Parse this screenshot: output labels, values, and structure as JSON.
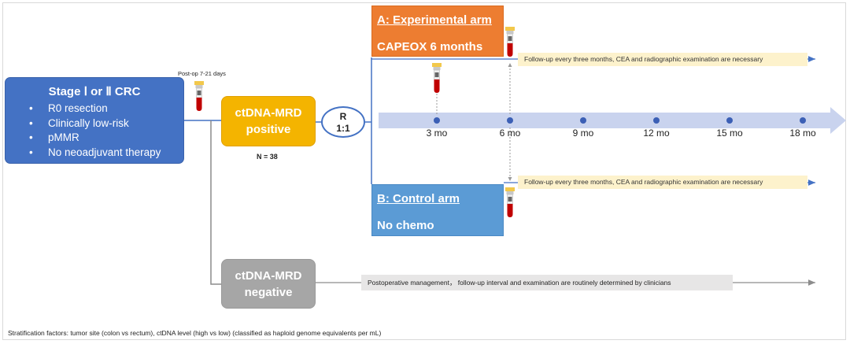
{
  "stage": {
    "title": "Stage Ⅰ or Ⅱ CRC",
    "items": [
      "R0 resection",
      "Clinically low-risk",
      "pMMR",
      "No neoadjuvant therapy"
    ]
  },
  "postop_label": "Post-op 7-21 days",
  "mrd_positive": {
    "line1": "ctDNA-MRD",
    "line2": "positive"
  },
  "n_label": "N = 38",
  "randomization": {
    "line1": "R",
    "line2": "1:1"
  },
  "arm_a": {
    "title": "A: Experimental arm",
    "subtitle": "CAPEOX 6 months"
  },
  "arm_b": {
    "title": "B: Control arm",
    "subtitle": "No chemo"
  },
  "followup_a": "Follow-up every three months, CEA and radiographic examination are necessary",
  "followup_b": "Follow-up every three months, CEA and radiographic examination are necessary",
  "timeline": {
    "ticks": [
      "3 mo",
      "6 mo",
      "9 mo",
      "12 mo",
      "15 mo",
      "18 mo"
    ]
  },
  "mrd_negative": {
    "line1": "ctDNA-MRD",
    "line2": "negative"
  },
  "negative_management": "Postoperative management，  follow-up interval and examination are routinely determined by clinicians",
  "footnote": "Stratification factors: tumor site (colon vs rectum), ctDNA level (high vs low) (classified as haploid genome equivalents per mL)",
  "colors": {
    "stage": "#4472c4",
    "positive": "#f4b400",
    "negative": "#a6a6a6",
    "arm_a": "#ed7d31",
    "arm_b": "#5b9bd5",
    "timeline": "#c9d3ee",
    "note": "#fdf2cc"
  }
}
